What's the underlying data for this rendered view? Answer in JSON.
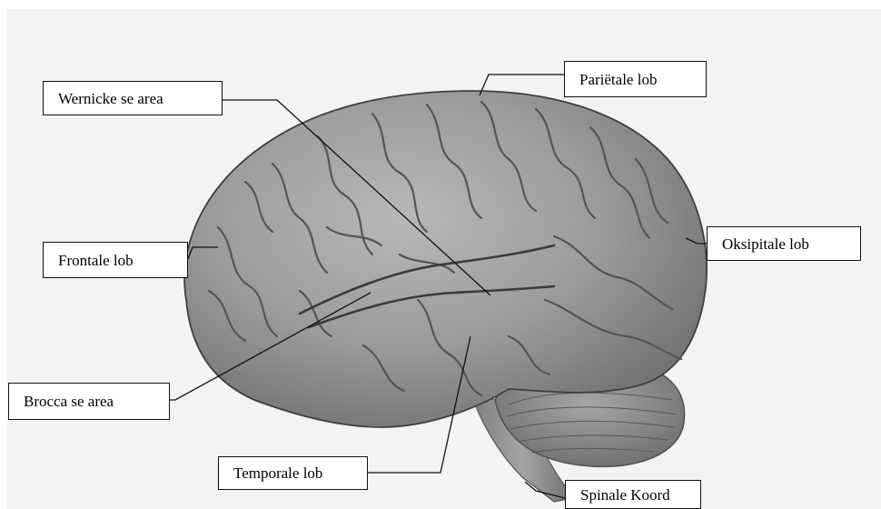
{
  "labels": {
    "wernicke": "Wernicke se area",
    "parietal": "Pariëtale lob",
    "frontal": "Frontale lob",
    "occipital": "Oksipitale lob",
    "broca": "Brocca se area",
    "temporal": "Temporale lob",
    "spinal": "Spinale Koord"
  }
}
